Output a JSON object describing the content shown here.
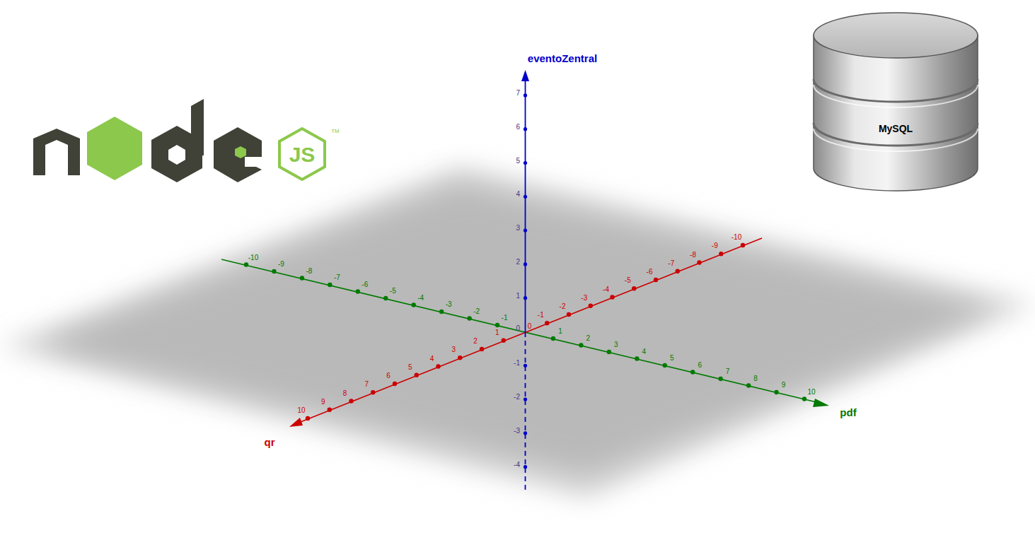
{
  "diagram": {
    "nodes": [
      {
        "text": [
          "MySQL"
        ]
      }
    ],
    "labels": [
      "eventoZentral",
      "qr",
      "pdf",
      "7",
      "6",
      "5",
      "4",
      "3",
      "2",
      "1",
      "0",
      "-1",
      "-2",
      "-3",
      "-4",
      "10",
      "9",
      "8",
      "7",
      "6",
      "5",
      "4",
      "3",
      "2",
      "1",
      "0",
      "-1",
      "-2",
      "-3",
      "-4",
      "-5",
      "-6",
      "-7",
      "-8",
      "-9",
      "-10",
      "-10",
      "-9",
      "-8",
      "-7",
      "-6",
      "-5",
      "-4",
      "-3",
      "-2",
      "-1",
      "1",
      "2",
      "3",
      "4",
      "5",
      "6",
      "7",
      "8",
      "9",
      "10",
      "JS",
      "TM"
    ]
  }
}
